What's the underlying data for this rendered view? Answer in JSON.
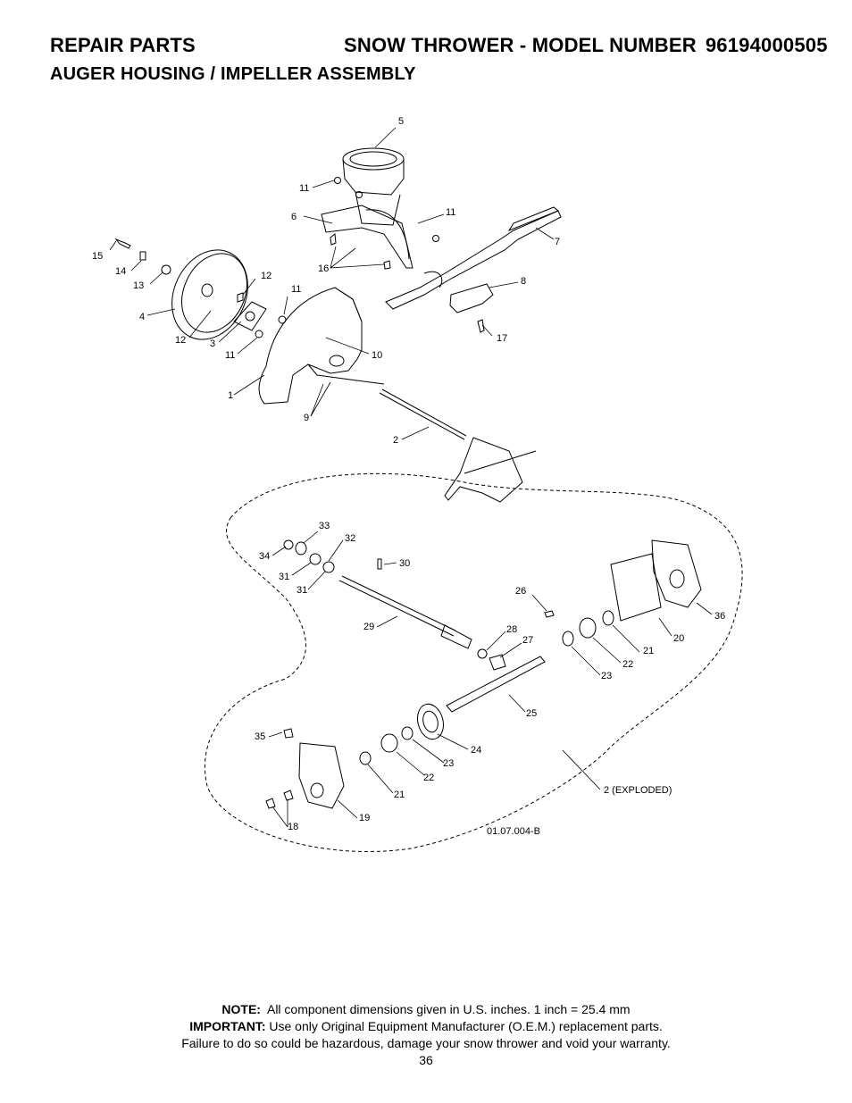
{
  "header": {
    "left": "REPAIR PARTS",
    "right": "SNOW THROWER - MODEL NUMBER",
    "model": "96194000505",
    "subtitle": "AUGER HOUSING / IMPELLER ASSEMBLY"
  },
  "diagram": {
    "code": "01.07.004-B",
    "exploded_label": "2 (EXPLODED)",
    "labels": [
      "5",
      "11",
      "6",
      "11",
      "7",
      "16",
      "15",
      "14",
      "13",
      "12",
      "8",
      "11",
      "4",
      "12",
      "3",
      "17",
      "11",
      "10",
      "1",
      "9",
      "2",
      "33",
      "32",
      "34",
      "30",
      "31",
      "31",
      "26",
      "36",
      "29",
      "28",
      "27",
      "20",
      "21",
      "22",
      "23",
      "25",
      "24",
      "35",
      "23",
      "22",
      "21",
      "19",
      "18"
    ]
  },
  "footer": {
    "note_label": "NOTE:",
    "note_text": "All component dimensions given in U.S. inches.    1 inch = 25.4 mm",
    "important_label": "IMPORTANT:",
    "important_text": "Use only Original Equipment Manufacturer (O.E.M.) replacement parts.",
    "warning": "Failure to do so could be hazardous, damage your snow thrower and void your warranty.",
    "page": "36"
  }
}
